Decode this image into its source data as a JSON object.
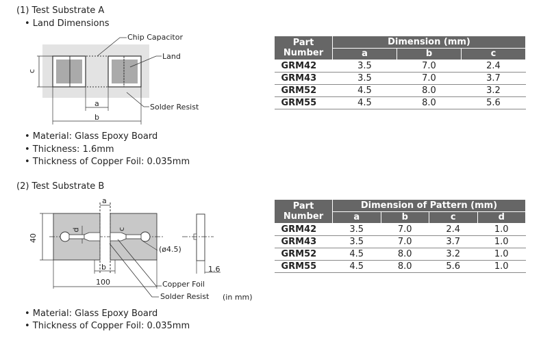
{
  "sectionA": {
    "title": "(1) Test Substrate A",
    "subtitle": "• Land Dimensions",
    "labels": {
      "chip": "Chip Capacitor",
      "land": "Land",
      "solder": "Solder Resist",
      "a": "a",
      "b": "b",
      "c": "c"
    },
    "bullets": [
      "• Material: Glass Epoxy Board",
      "• Thickness: 1.6mm",
      "• Thickness of Copper Foil: 0.035mm"
    ]
  },
  "tableA": {
    "pn_header": "Part Number",
    "group_header": "Dimension (mm)",
    "cols": [
      "a",
      "b",
      "c"
    ],
    "rows": [
      {
        "pn": "GRM42",
        "v": [
          "3.5",
          "7.0",
          "2.4"
        ]
      },
      {
        "pn": "GRM43",
        "v": [
          "3.5",
          "7.0",
          "3.7"
        ]
      },
      {
        "pn": "GRM52",
        "v": [
          "4.5",
          "8.0",
          "3.2"
        ]
      },
      {
        "pn": "GRM55",
        "v": [
          "4.5",
          "8.0",
          "5.6"
        ]
      }
    ]
  },
  "sectionB": {
    "title": "(2) Test Substrate B",
    "labels": {
      "a": "a",
      "b": "b",
      "d": "d",
      "c": "c",
      "h40": "40",
      "w100": "100",
      "hole": "(ø4.5)",
      "t16": "1.6",
      "copper": "Copper Foil",
      "solder": "Solder Resist",
      "unit": "(in mm)"
    },
    "bullets": [
      "• Material: Glass Epoxy Board",
      "• Thickness of Copper Foil: 0.035mm"
    ]
  },
  "tableB": {
    "pn_header": "Part Number",
    "group_header": "Dimension of Pattern (mm)",
    "cols": [
      "a",
      "b",
      "c",
      "d"
    ],
    "rows": [
      {
        "pn": "GRM42",
        "v": [
          "3.5",
          "7.0",
          "2.4",
          "1.0"
        ]
      },
      {
        "pn": "GRM43",
        "v": [
          "3.5",
          "7.0",
          "3.7",
          "1.0"
        ]
      },
      {
        "pn": "GRM52",
        "v": [
          "4.5",
          "8.0",
          "3.2",
          "1.0"
        ]
      },
      {
        "pn": "GRM55",
        "v": [
          "4.5",
          "8.0",
          "5.6",
          "1.0"
        ]
      }
    ]
  }
}
